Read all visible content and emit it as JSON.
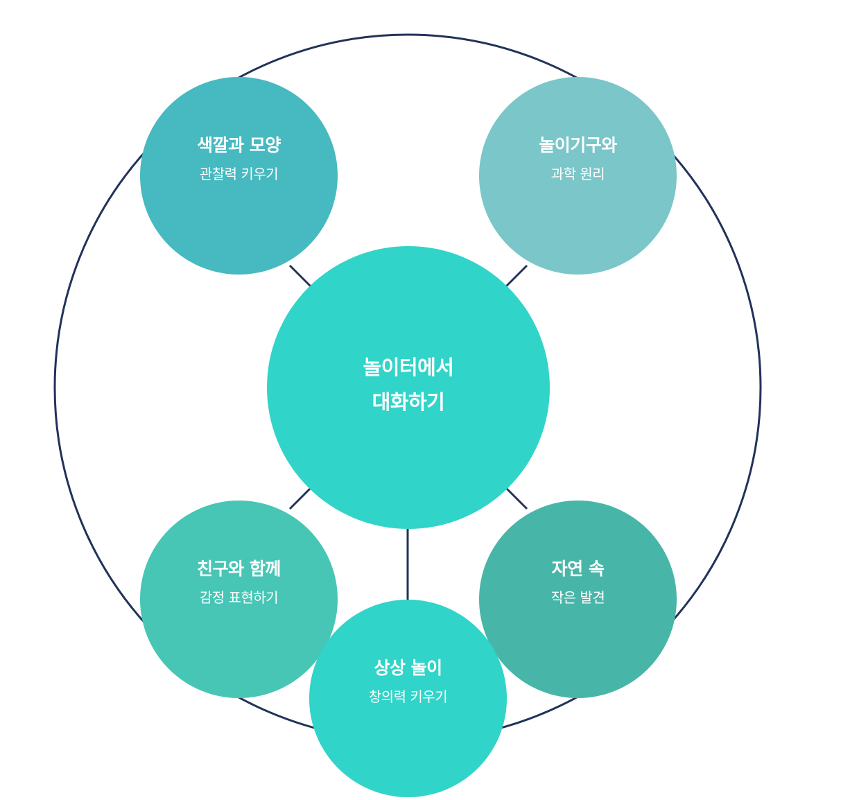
{
  "colors": {
    "outline": "#22325a",
    "center": "#31d4c8",
    "top_left": "#47b9c0",
    "top_right": "#7ac6c9",
    "bottom_left": "#47c6b5",
    "bottom_right": "#47b6a8",
    "bottom": "#31d4c8"
  },
  "center": {
    "line1": "놀이터에서",
    "line2": "대화하기"
  },
  "nodes": {
    "top_left": {
      "title": "색깔과 모양",
      "subtitle": "관찰력 키우기"
    },
    "top_right": {
      "title": "놀이기구와",
      "subtitle": "과학 원리"
    },
    "bottom_left": {
      "title": "친구와 함께",
      "subtitle": "감정 표현하기"
    },
    "bottom_right": {
      "title": "자연 속",
      "subtitle": "작은 발견"
    },
    "bottom": {
      "title": "상상 놀이",
      "subtitle": "창의력 키우기"
    }
  }
}
